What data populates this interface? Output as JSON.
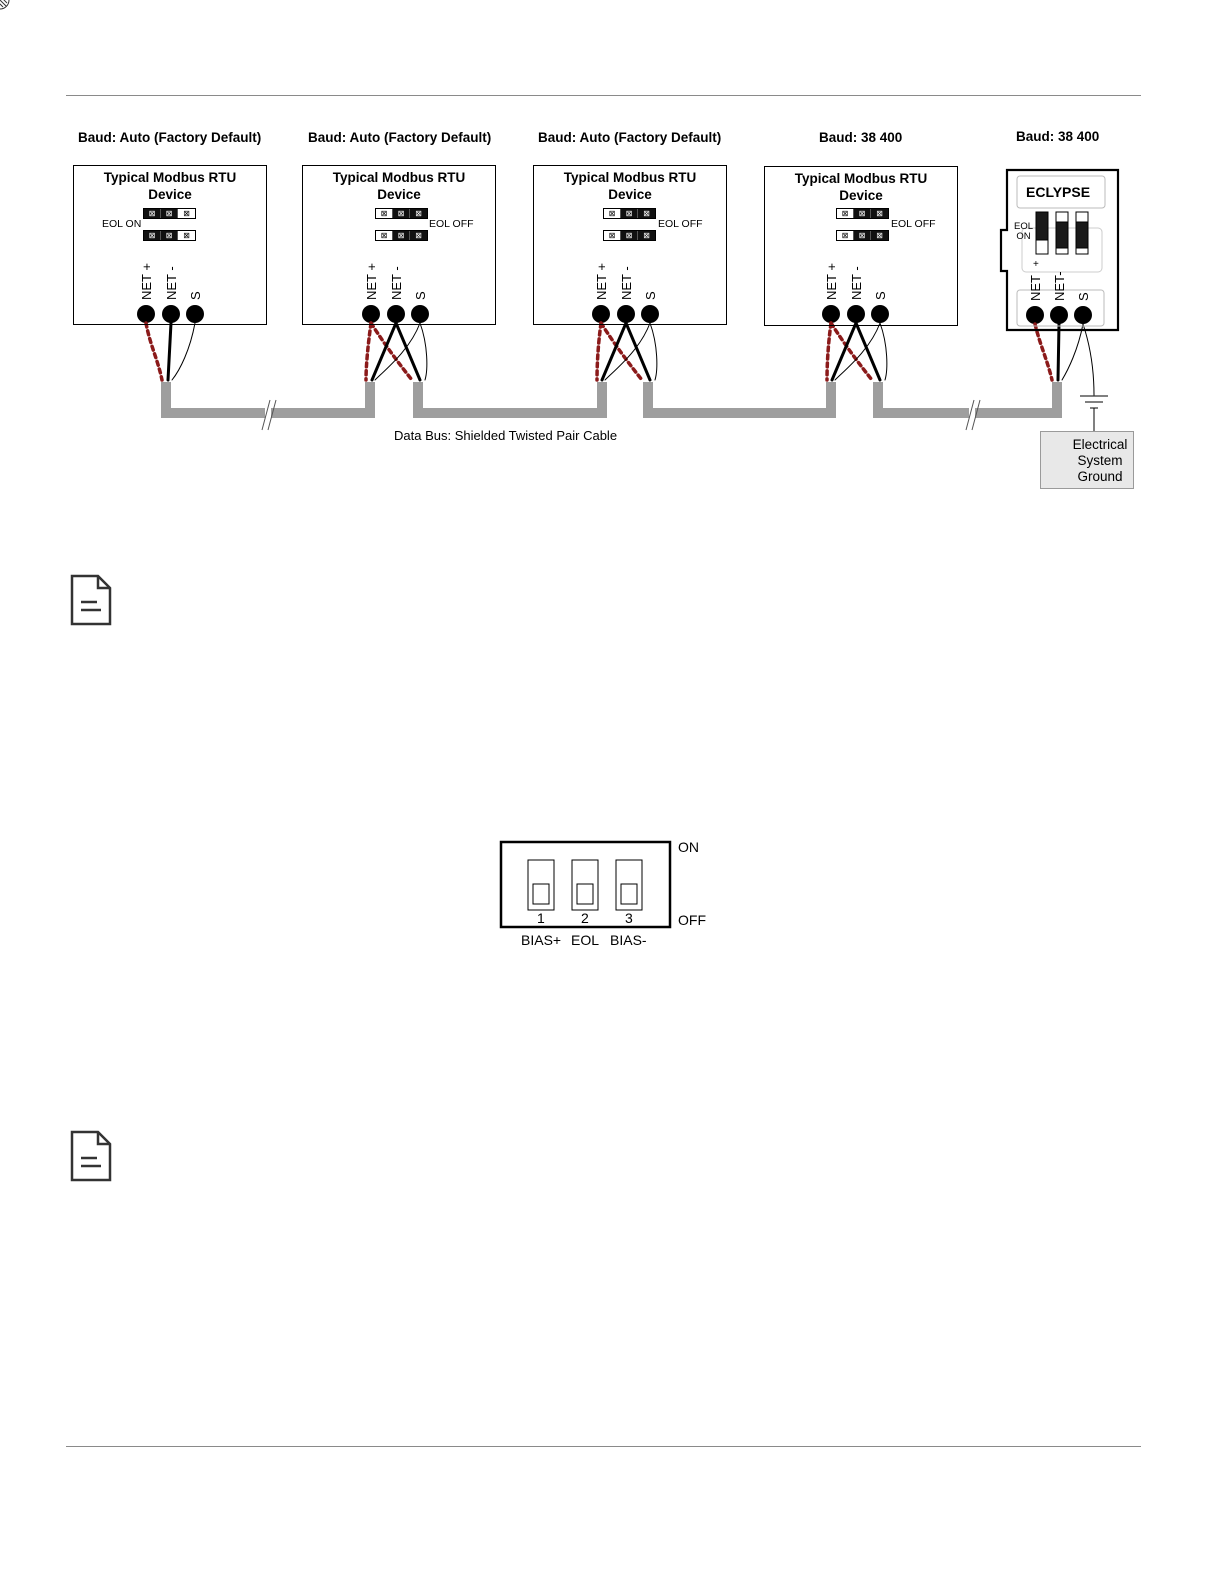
{
  "diagram": {
    "bauds": [
      "Baud: Auto (Factory Default)",
      "Baud: Auto (Factory Default)",
      "Baud: Auto (Factory Default)",
      "Baud: 38 400",
      "Baud: 38 400"
    ],
    "device_title_line1": "Typical Modbus RTU",
    "device_title_line2": "Device",
    "eol_on": "EOL ON",
    "eol_off": "EOL OFF",
    "terminals": {
      "net_plus": "NET +",
      "net_minus": "NET -",
      "shield": "S"
    },
    "eclypse": {
      "title": "ECLYPSE",
      "eol_line1": "EOL",
      "eol_line2": "ON",
      "plus": "+",
      "net_plus": "NET",
      "net_minus": "NET-",
      "shield": "S"
    },
    "bus_label": "Data Bus: Shielded Twisted Pair Cable",
    "ground": {
      "line1": "Electrical",
      "line2": "System",
      "line3": "Ground"
    }
  },
  "dip_switch": {
    "state_on": "ON",
    "state_off": "OFF",
    "numbers": [
      "1",
      "2",
      "3"
    ],
    "labels": [
      "BIAS+",
      "EOL",
      "BIAS-"
    ]
  },
  "icons": [
    "note-icon",
    "warning-icon",
    "ground-icon"
  ]
}
